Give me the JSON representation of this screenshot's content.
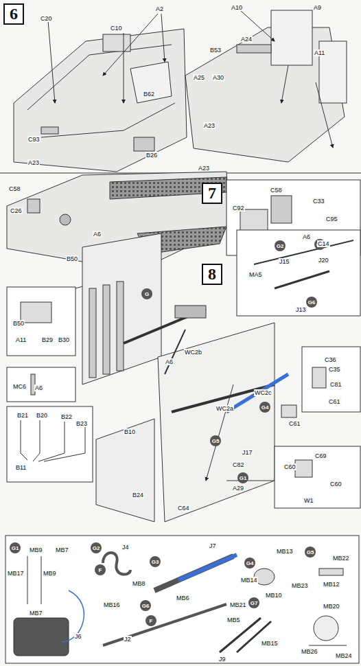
{
  "diagram": {
    "nodes": [
      {
        "text": [
          "6"
        ]
      },
      {
        "text": [
          "7"
        ]
      },
      {
        "text": [
          "8"
        ]
      },
      {
        "text": [
          "G"
        ]
      },
      {
        "text": [
          "G2"
        ]
      },
      {
        "text": [
          "G7"
        ]
      },
      {
        "text": [
          "G6"
        ]
      },
      {
        "text": [
          "G4"
        ]
      },
      {
        "text": [
          "G5"
        ]
      },
      {
        "text": [
          "G1"
        ]
      },
      {
        "text": [
          "G1"
        ]
      },
      {
        "text": [
          "G2"
        ]
      },
      {
        "text": [
          "G3"
        ]
      },
      {
        "text": [
          "G4"
        ]
      },
      {
        "text": [
          "G5"
        ]
      },
      {
        "text": [
          "G6"
        ]
      },
      {
        "text": [
          "F"
        ]
      },
      {
        "text": [
          "F"
        ]
      },
      {
        "text": [
          "G7"
        ]
      }
    ],
    "edges": [],
    "labels": [
      "C20",
      "A2",
      "C10",
      "B62",
      "B26",
      "C93",
      "A23",
      "A10",
      "A9",
      "A24",
      "B53",
      "A11",
      "A25",
      "A30",
      "A23",
      "C58",
      "C26",
      "A23",
      "B50",
      "C92",
      "C58",
      "C33",
      "C95",
      "C14",
      "B50",
      "A11",
      "B29",
      "B30",
      "A6",
      "J15",
      "J20",
      "MA5",
      "J13",
      "A6",
      "WC2b",
      "WC2a",
      "WC2c",
      "A6",
      "J17",
      "C82",
      "A29",
      "C64",
      "C61",
      "C36",
      "C35",
      "C81",
      "C61",
      "C69",
      "C60",
      "C60",
      "W1",
      "MC6",
      "A6",
      "B21",
      "B20",
      "B22",
      "B23",
      "B11",
      "B10",
      "B24",
      "MB9",
      "MB7",
      "MB17",
      "MB9",
      "MB7",
      "J6",
      "J4",
      "MB8",
      "J7",
      "MB6",
      "MB13",
      "MB14",
      "MB10",
      "MB23",
      "MB22",
      "MB12",
      "MB21",
      "MB16",
      "J2",
      "MB5",
      "MB20",
      "MB26",
      "MB24",
      "J9",
      "MB15"
    ]
  }
}
